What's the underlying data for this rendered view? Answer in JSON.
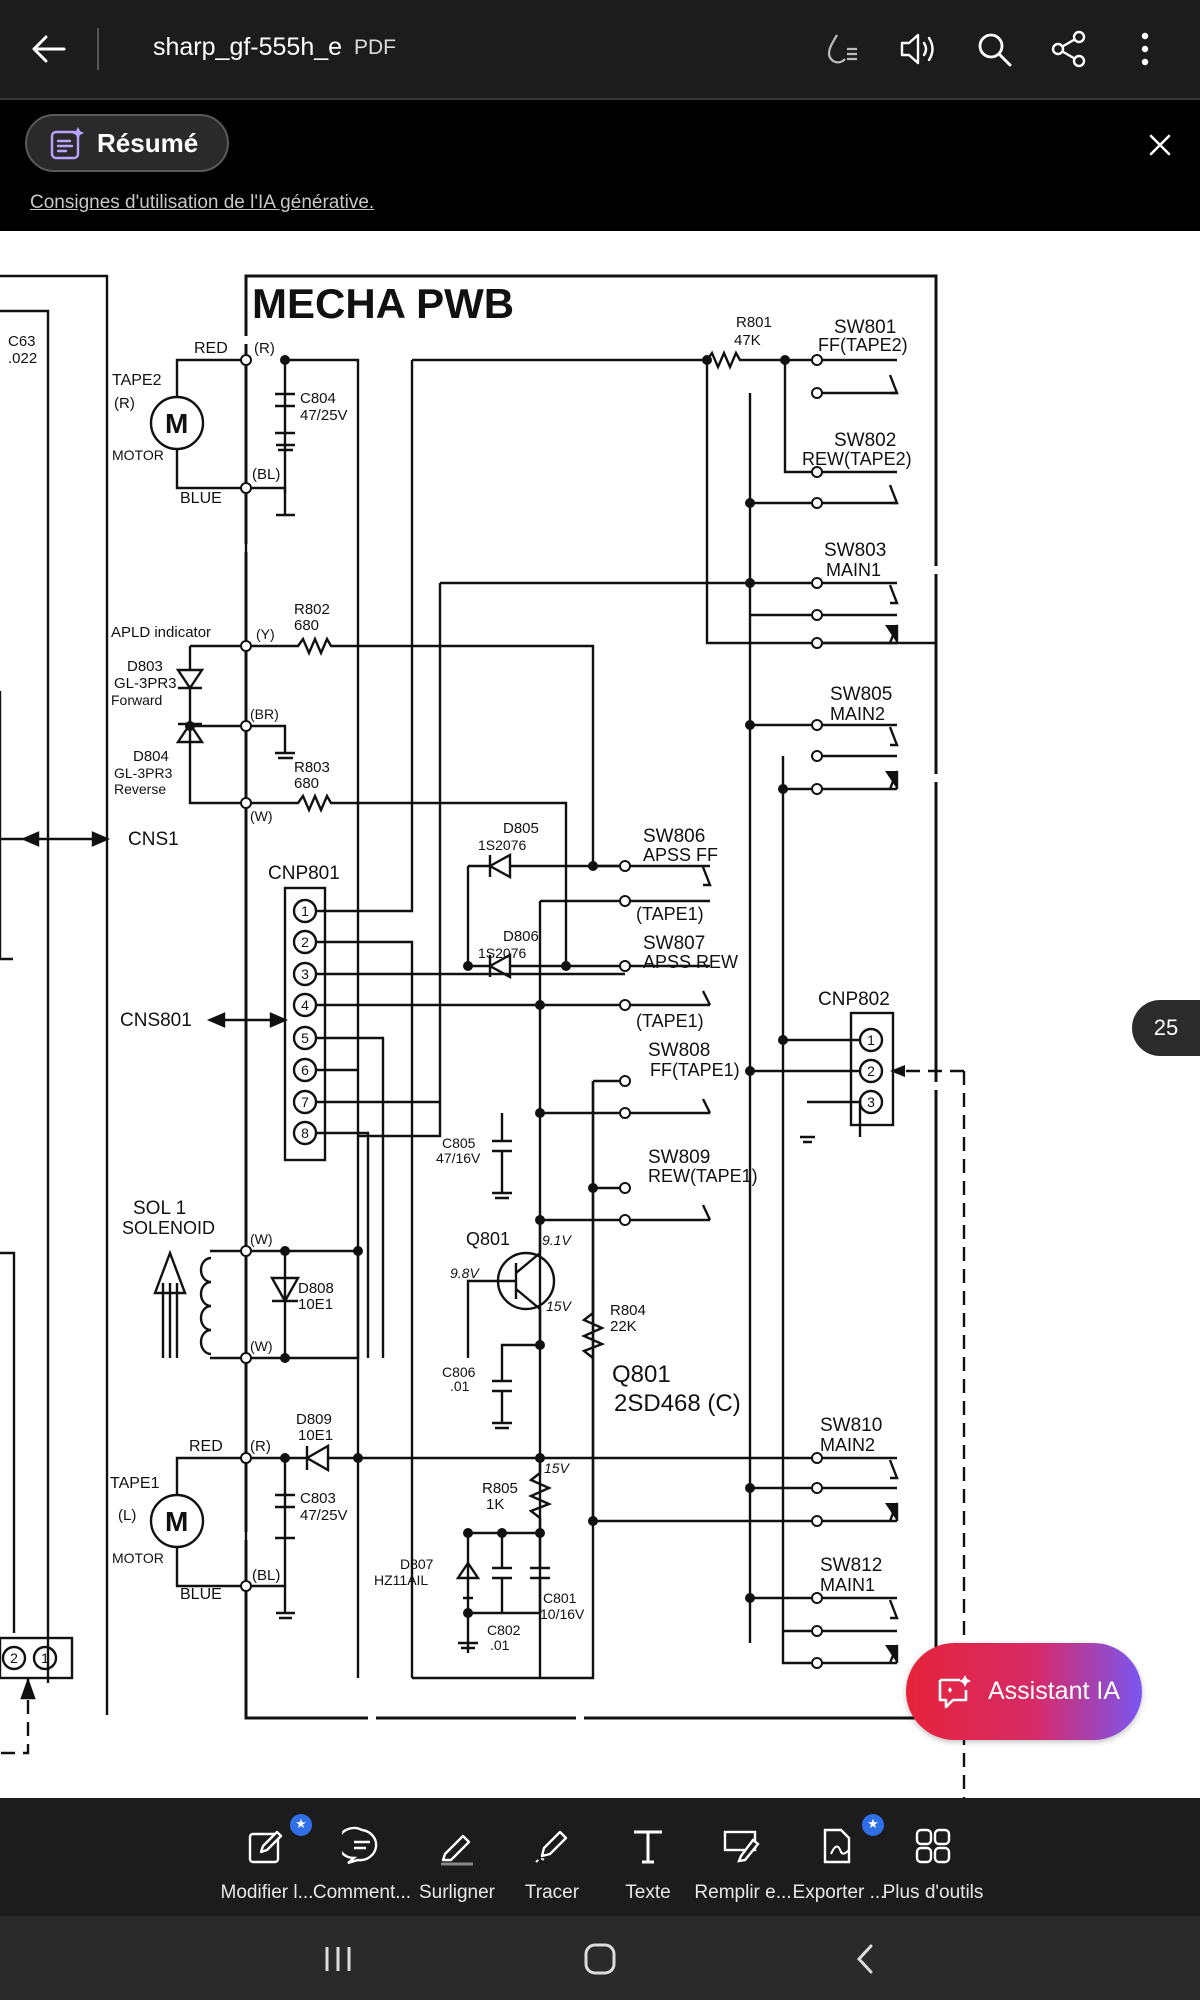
{
  "header": {
    "title": "sharp_gf-555h_e",
    "type": "PDF"
  },
  "ai_bar": {
    "resume_label": "Résumé",
    "link_text": "Consignes d'utilisation de l'IA générative."
  },
  "document": {
    "page_number": "25",
    "schematic": {
      "title": "MECHA PWB",
      "labels": {
        "c63": "C63",
        "c63v": ".022",
        "red1": "RED",
        "r1": "(R)",
        "tape2": "TAPE2",
        "tape2r": "(R)",
        "motor1": "MOTOR",
        "m1": "M",
        "blue1": "BLUE",
        "bl1": "(BL)",
        "c804": "C804",
        "c804v": "47/25V",
        "r801": "R801",
        "r801v": "47K",
        "sw801": "SW801",
        "sw801b": "FF(TAPE2)",
        "sw802": "SW802",
        "sw802b": "REW(TAPE2)",
        "sw803": "SW803",
        "sw803b": "MAIN1",
        "apld": "APLD indicator",
        "y": "(Y)",
        "r802": "R802",
        "r802v": "680",
        "d803": "D803",
        "d803b": "GL-3PR3",
        "d803c": "Forward",
        "br": "(BR)",
        "d804": "D804",
        "d804b": "GL-3PR3",
        "d804c": "Reverse",
        "r803": "R803",
        "r803v": "680",
        "w1": "(W)",
        "sw805": "SW805",
        "sw805b": "MAIN2",
        "cns1": "CNS1",
        "d805": "D805",
        "d805v": "1S2076",
        "sw806": "SW806",
        "sw806b": "APSS FF",
        "tape1a": "(TAPE1)",
        "cnp801": "CNP801",
        "d806": "D806",
        "d806v": "1S2076",
        "sw807": "SW807",
        "sw807b": "APSS REW",
        "tape1b": "(TAPE1)",
        "cns801": "CNS801",
        "cnp802": "CNP802",
        "sw808": "SW808",
        "sw808b": "FF(TAPE1)",
        "c805": "C805",
        "c805v": "47/16V",
        "sw809": "SW809",
        "sw809b": "REW(TAPE1)",
        "sol": "SOL 1",
        "solenoid": "SOLENOID",
        "w2": "(W)",
        "w3": "(W)",
        "d808": "D808",
        "d808v": "10E1",
        "q801a": "Q801",
        "v91": "9.1V",
        "v98": "9.8V",
        "v15a": "15V",
        "r804": "R804",
        "r804v": "22K",
        "c806": "C806",
        "c806v": ".01",
        "q801b": "Q801",
        "q801c": "2SD468 (C)",
        "red2": "RED",
        "r2": "(R)",
        "d809": "D809",
        "d809v": "10E1",
        "sw810": "SW810",
        "sw810b": "MAIN2",
        "tape1": "TAPE1",
        "tape1l": "(L)",
        "motor2": "MOTOR",
        "m2": "M",
        "c803": "C803",
        "c803v": "47/25V",
        "v15b": "15V",
        "r805": "R805",
        "r805v": "1K",
        "blue2": "BLUE",
        "bl2": "(BL)",
        "d807": "D807",
        "d807v": "HZ11AIL",
        "c801": "C801",
        "c801v": "10/16V",
        "c802": "C802",
        "c802v": ".01",
        "sw812": "SW812",
        "sw812b": "MAIN1",
        "pin1": "1",
        "pin2": "2",
        "pin3": "3",
        "pin4": "4",
        "pin5": "5",
        "pin6": "6",
        "pin7": "7",
        "pin8": "8",
        "p1": "1",
        "p2": "2",
        "p3": "3",
        "b2": "2",
        "b1": "1"
      }
    }
  },
  "assistant": {
    "label": "Assistant IA"
  },
  "toolbar": {
    "tools": [
      {
        "label": "Modifier l..."
      },
      {
        "label": "Comment..."
      },
      {
        "label": "Surligner"
      },
      {
        "label": "Tracer"
      },
      {
        "label": "Texte"
      },
      {
        "label": "Remplir e..."
      },
      {
        "label": "Exporter ..."
      },
      {
        "label": "Plus d'outils"
      }
    ]
  },
  "colors": {
    "bar_bg": "#1c1c1c",
    "ai_bar_bg": "#000000",
    "badge_blue": "#2f6fe8",
    "assistant_gradient_start": "#e6233a",
    "assistant_gradient_end": "#7a56f0"
  }
}
